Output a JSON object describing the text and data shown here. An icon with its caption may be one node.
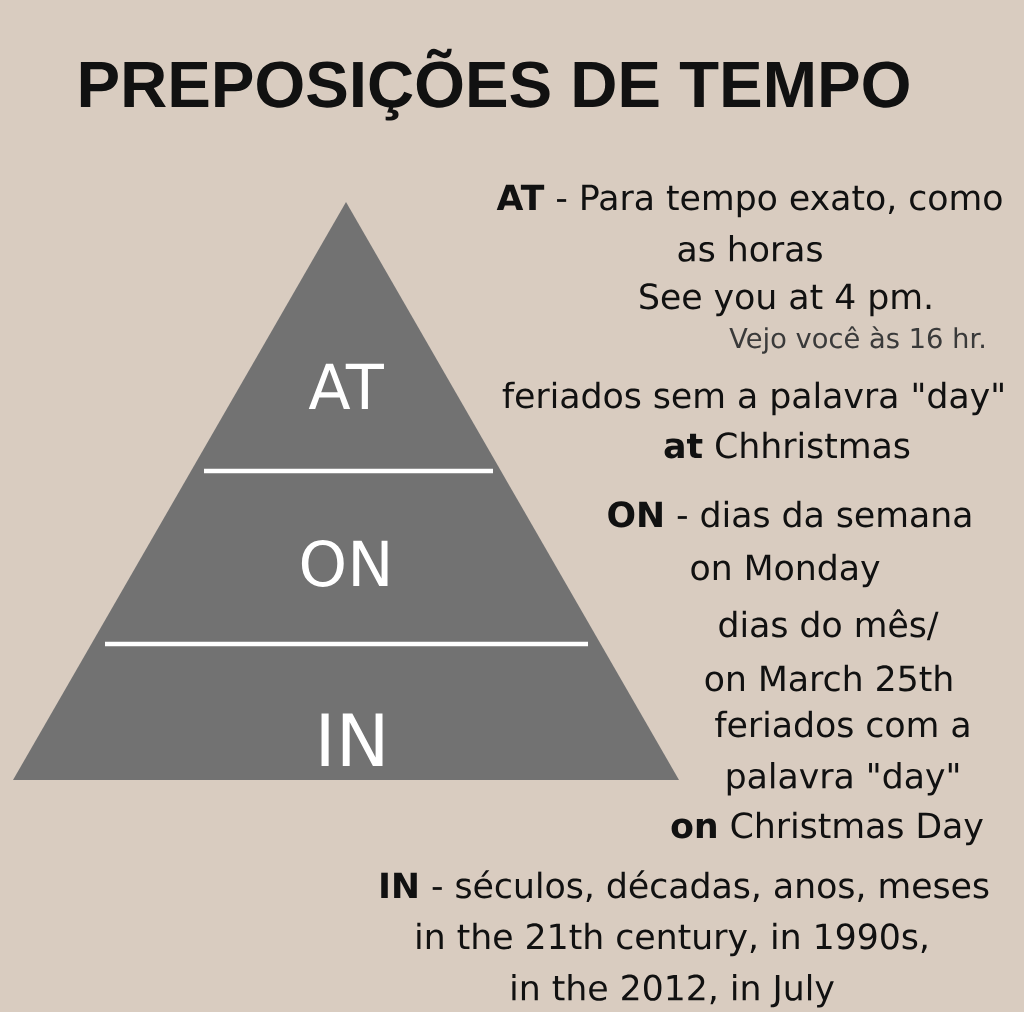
{
  "diagram": {
    "title": "PREPOSIÇÕES DE TEMPO",
    "nodes": [
      {
        "text": [
          "AT"
        ]
      },
      {
        "text": [
          "ON"
        ]
      },
      {
        "text": [
          "IN"
        ]
      }
    ],
    "labels": [
      "**AT** - Para tempo exato, como as horas",
      "See you at 4 pm.",
      "Vejo você às 16 hr.",
      "feriados sem a palavra \"day\"",
      "**at** Chhristmas",
      "**ON** - dias da semana",
      "on Monday",
      "dias do mês/",
      "on March 25th",
      "feriados com a palavra \"day\"",
      "**on** Christmas Day",
      "**IN** - séculos, décadas, anos, meses",
      "in the 21th century, in 1990s, in the 2012, in July"
    ]
  }
}
